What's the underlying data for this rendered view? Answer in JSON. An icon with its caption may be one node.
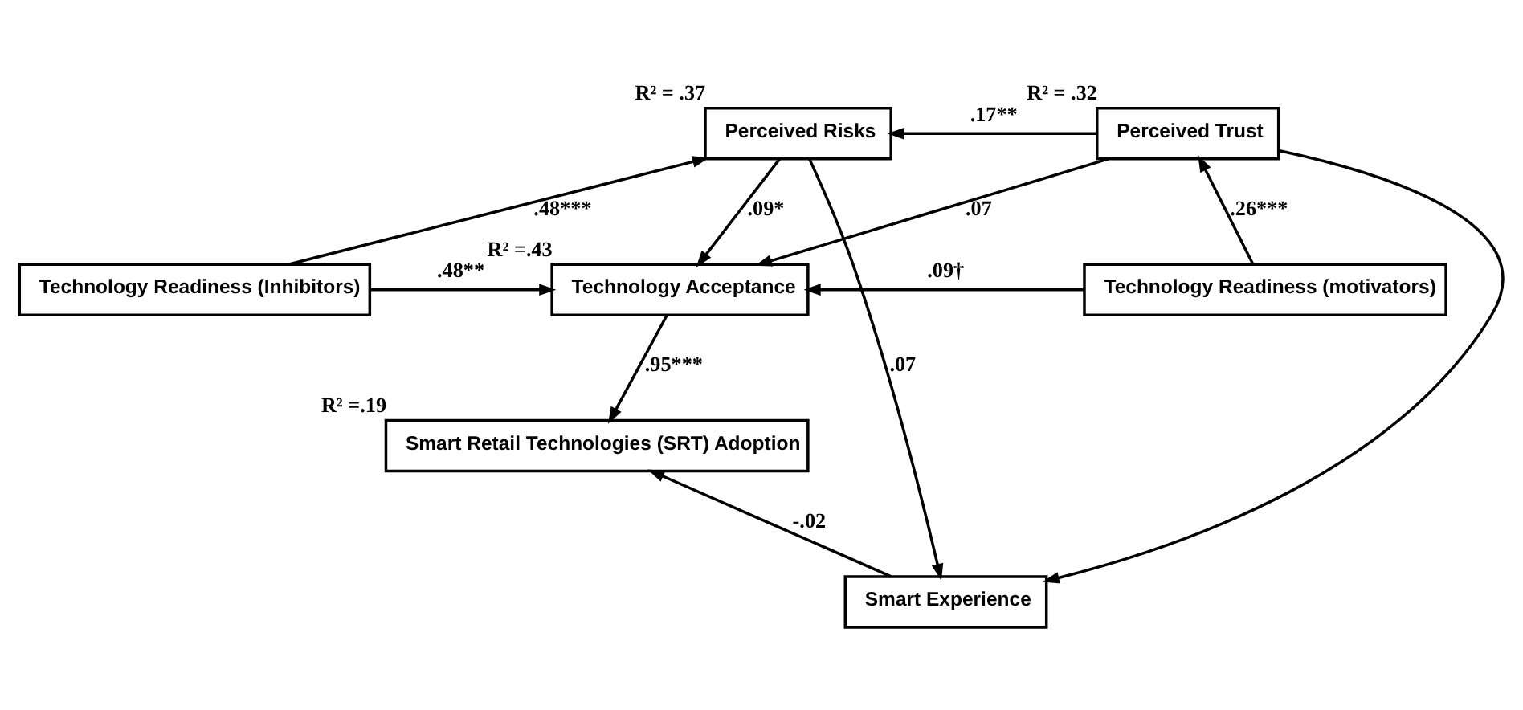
{
  "diagram": {
    "nodes": [
      {
        "text": [
          "Perceived Risks"
        ],
        "beside": [
          "R² = .37"
        ]
      },
      {
        "text": [
          "Perceived Trust"
        ],
        "beside": [
          "R² = .32"
        ]
      },
      {
        "text": [
          "Technology Readiness (Inhibitors)"
        ]
      },
      {
        "text": [
          "Technology Acceptance"
        ],
        "beside": [
          "R² =.43"
        ]
      },
      {
        "text": [
          "Technology Readiness (motivators)"
        ]
      },
      {
        "text": [
          "Smart Retail Technologies (SRT) Adoption"
        ],
        "beside": [
          "R² =.19"
        ]
      },
      {
        "text": [
          "Smart Experience"
        ]
      }
    ],
    "edges": [
      {
        "from": 1,
        "to": 0,
        "arrow": "to",
        "label": ".17**"
      },
      {
        "from": 2,
        "to": 0,
        "arrow": "to",
        "label": ".48***"
      },
      {
        "from": 0,
        "to": 3,
        "arrow": "to",
        "label": ".09*"
      },
      {
        "from": 1,
        "to": 3,
        "arrow": "to",
        "label": ".07"
      },
      {
        "from": 4,
        "to": 1,
        "arrow": "to",
        "label": ".26***"
      },
      {
        "from": 2,
        "to": 3,
        "arrow": "to",
        "label": ".48**"
      },
      {
        "from": 4,
        "to": 3,
        "arrow": "to",
        "label": ".09†"
      },
      {
        "from": 3,
        "to": 5,
        "arrow": "to",
        "label": ".95***"
      },
      {
        "from": 6,
        "to": 5,
        "arrow": "to",
        "label": "-.02"
      },
      {
        "from": 0,
        "to": 6,
        "arrow": "to",
        "label": ".07"
      },
      {
        "from": 1,
        "to": 6,
        "arrow": "to"
      }
    ]
  }
}
